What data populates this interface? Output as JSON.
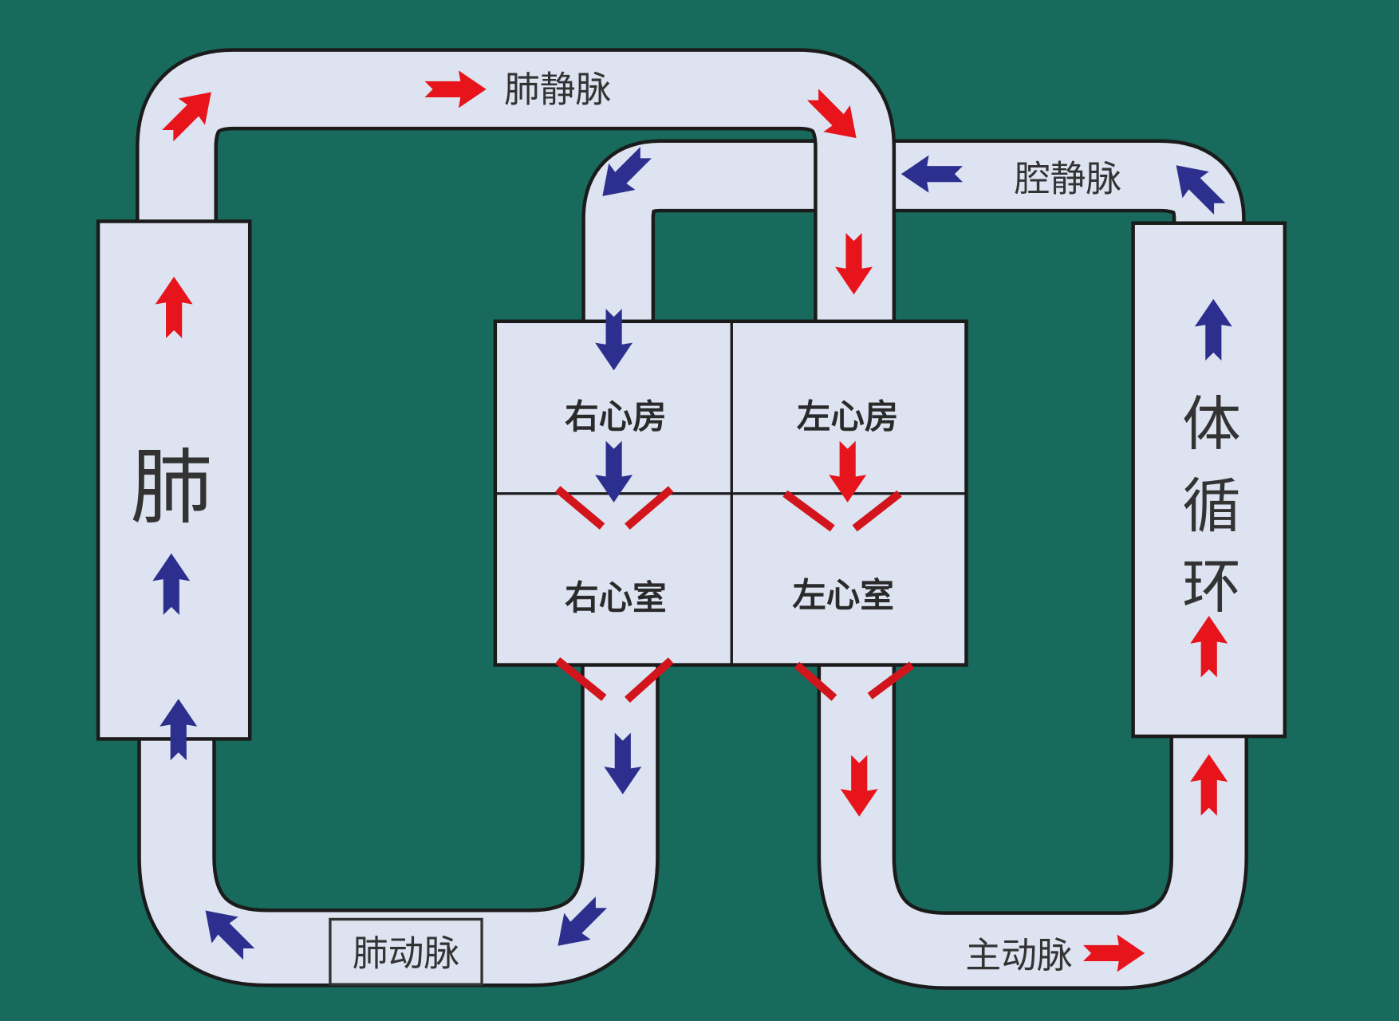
{
  "colors": {
    "background": "#176a5c",
    "vessel": "#dde3f0",
    "oxygenated_arrow": "#e8141c",
    "deoxygenated_arrow": "#2c2f8e",
    "valve": "#d2151c"
  },
  "labels": {
    "pulmonary_vein": "肺静脉",
    "vena_cava": "腔静脉",
    "pulmonary_artery": "肺动脉",
    "aorta": "主动脉",
    "lung": "肺",
    "systemic": [
      "体",
      "循",
      "环"
    ],
    "right_atrium": "右心房",
    "left_atrium": "左心房",
    "right_ventricle": "右心室",
    "left_ventricle": "左心室"
  }
}
